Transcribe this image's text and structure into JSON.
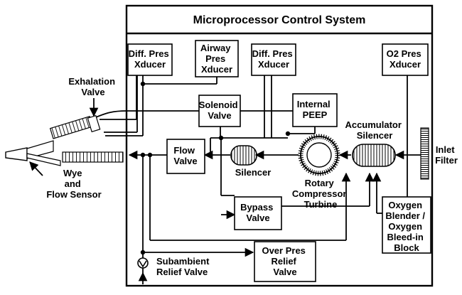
{
  "title": "Microprocessor Control System",
  "components": {
    "diff_pres_xducer_left": [
      "Diff. Pres",
      "Xducer"
    ],
    "airway_pres_xducer": [
      "Airway",
      "Pres",
      "Xducer"
    ],
    "diff_pres_xducer_mid": [
      "Diff. Pres",
      "Xducer"
    ],
    "o2_pres_xducer": [
      "O2 Pres",
      "Xducer"
    ],
    "solenoid_valve": [
      "Solenoid",
      "Valve"
    ],
    "internal_peep": [
      "Internal",
      "PEEP"
    ],
    "flow_valve": [
      "Flow",
      "Valve"
    ],
    "bypass_valve": [
      "Bypass",
      "Valve"
    ],
    "over_pres_relief_valve": [
      "Over Pres",
      "Relief",
      "Valve"
    ],
    "oxygen_blender": [
      "Oxygen",
      "Blender /",
      "Oxygen",
      "Bleed-in",
      "Block"
    ]
  },
  "labels": {
    "exhalation_valve": [
      "Exhalation",
      "Valve"
    ],
    "wye_flow_sensor": [
      "Wye",
      "and",
      "Flow Sensor"
    ],
    "silencer": [
      "Silencer"
    ],
    "rotary_turbine": [
      "Rotary",
      "Compressor",
      "Turbine"
    ],
    "accumulator_silencer": [
      "Accumulator",
      "Silencer"
    ],
    "inlet_filter": [
      "Inlet",
      "Filter"
    ],
    "subambient_relief_valve": [
      "Subambient",
      "Relief Valve"
    ]
  }
}
